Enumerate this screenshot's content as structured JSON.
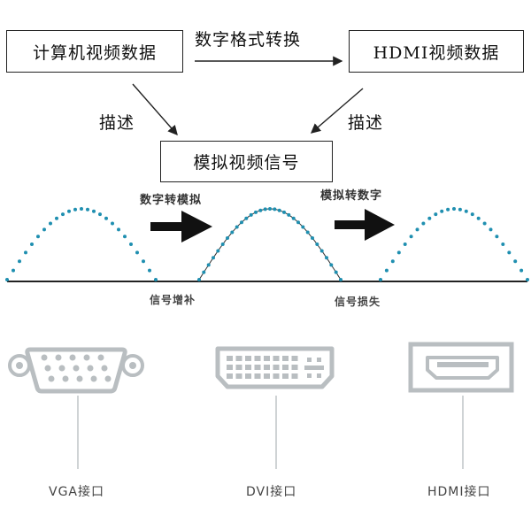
{
  "top": {
    "computer_video": "计算机视频数据",
    "digital_format_convert": "数字格式转换",
    "hdmi_video": "HDMI视频数据",
    "describe_left": "描述",
    "describe_right": "描述",
    "analog_video": "模拟视频信号"
  },
  "wave": {
    "d2a": "数字转模拟",
    "a2d": "模拟转数字",
    "gain": "信号增补",
    "loss": "信号损失"
  },
  "ports": [
    {
      "label": "VGA接口"
    },
    {
      "label": "DVI接口"
    },
    {
      "label": "HDMI接口"
    }
  ],
  "colors": {
    "dot": "#1f8fb0",
    "arrow": "#111111",
    "port_line": "#bfc4c7"
  }
}
